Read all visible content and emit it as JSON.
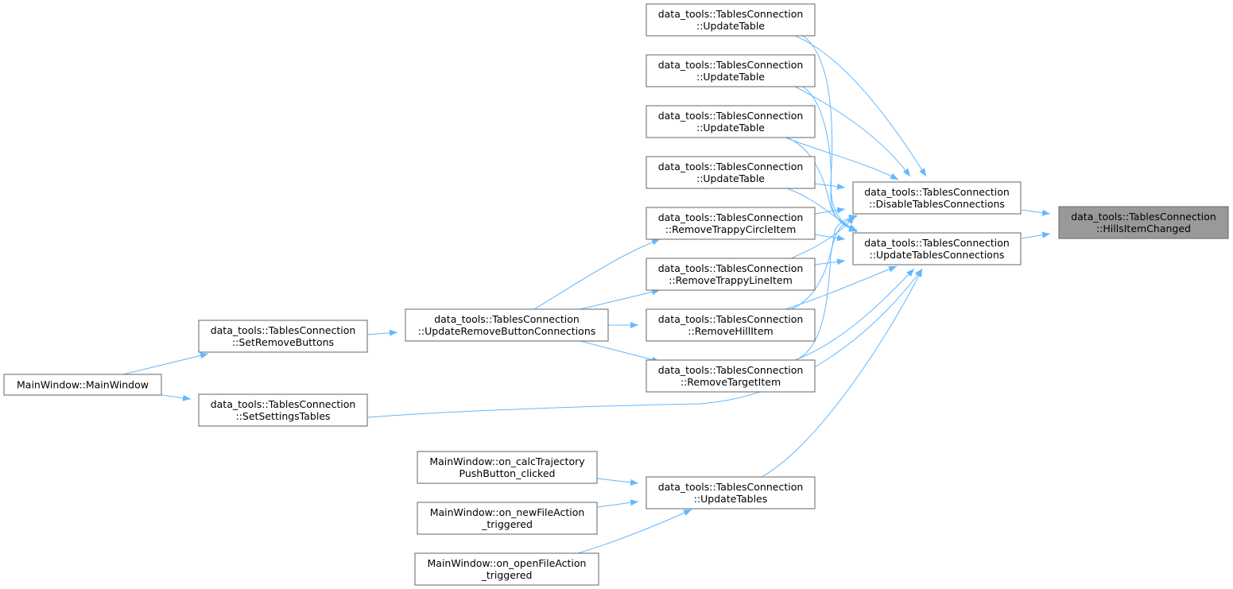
{
  "nodes": {
    "hills_item_changed": [
      "data_tools::TablesConnection",
      "::HillsItemChanged"
    ],
    "disable_tables_connections": [
      "data_tools::TablesConnection",
      "::DisableTablesConnections"
    ],
    "update_tables_connections": [
      "data_tools::TablesConnection",
      "::UpdateTablesConnections"
    ],
    "update_table_1": [
      "data_tools::TablesConnection",
      "::UpdateTable"
    ],
    "update_table_2": [
      "data_tools::TablesConnection",
      "::UpdateTable"
    ],
    "update_table_3": [
      "data_tools::TablesConnection",
      "::UpdateTable"
    ],
    "update_table_4": [
      "data_tools::TablesConnection",
      "::UpdateTable"
    ],
    "remove_trappy_circle_item": [
      "data_tools::TablesConnection",
      "::RemoveTrappyCircleItem"
    ],
    "remove_trappy_line_item": [
      "data_tools::TablesConnection",
      "::RemoveTrappyLineItem"
    ],
    "remove_hill_item": [
      "data_tools::TablesConnection",
      "::RemoveHillItem"
    ],
    "remove_target_item": [
      "data_tools::TablesConnection",
      "::RemoveTargetItem"
    ],
    "update_remove_button_connections": [
      "data_tools::TablesConnection",
      "::UpdateRemoveButtonConnections"
    ],
    "set_remove_buttons": [
      "data_tools::TablesConnection",
      "::SetRemoveButtons"
    ],
    "main_window_ctor": [
      "MainWindow::MainWindow"
    ],
    "set_settings_tables": [
      "data_tools::TablesConnection",
      "::SetSettingsTables"
    ],
    "update_tables": [
      "data_tools::TablesConnection",
      "::UpdateTables"
    ],
    "on_calc_trajectory": [
      "MainWindow::on_calcTrajectory",
      "PushButton_clicked"
    ],
    "on_new_file_action": [
      "MainWindow::on_newFileAction",
      "_triggered"
    ],
    "on_open_file_action": [
      "MainWindow::on_openFileAction",
      "_triggered"
    ]
  },
  "current_node": "hills_item_changed",
  "edge_color": "#63b8ff",
  "edges": [
    [
      "disable_tables_connections",
      "hills_item_changed"
    ],
    [
      "update_tables_connections",
      "hills_item_changed"
    ],
    [
      "update_table_1",
      "disable_tables_connections"
    ],
    [
      "update_table_2",
      "disable_tables_connections"
    ],
    [
      "update_table_3",
      "disable_tables_connections"
    ],
    [
      "update_table_4",
      "disable_tables_connections"
    ],
    [
      "remove_trappy_circle_item",
      "disable_tables_connections"
    ],
    [
      "remove_trappy_line_item",
      "disable_tables_connections"
    ],
    [
      "remove_hill_item",
      "disable_tables_connections"
    ],
    [
      "remove_target_item",
      "disable_tables_connections"
    ],
    [
      "update_table_1",
      "update_tables_connections"
    ],
    [
      "update_table_2",
      "update_tables_connections"
    ],
    [
      "update_table_3",
      "update_tables_connections"
    ],
    [
      "update_table_4",
      "update_tables_connections"
    ],
    [
      "remove_trappy_circle_item",
      "update_tables_connections"
    ],
    [
      "remove_trappy_line_item",
      "update_tables_connections"
    ],
    [
      "remove_hill_item",
      "update_tables_connections"
    ],
    [
      "remove_target_item",
      "update_tables_connections"
    ],
    [
      "set_settings_tables",
      "update_tables_connections"
    ],
    [
      "update_tables",
      "update_tables_connections"
    ],
    [
      "update_remove_button_connections",
      "remove_trappy_circle_item"
    ],
    [
      "update_remove_button_connections",
      "remove_trappy_line_item"
    ],
    [
      "update_remove_button_connections",
      "remove_hill_item"
    ],
    [
      "update_remove_button_connections",
      "remove_target_item"
    ],
    [
      "set_remove_buttons",
      "update_remove_button_connections"
    ],
    [
      "main_window_ctor",
      "set_remove_buttons"
    ],
    [
      "main_window_ctor",
      "set_settings_tables"
    ],
    [
      "on_calc_trajectory",
      "update_tables"
    ],
    [
      "on_new_file_action",
      "update_tables"
    ],
    [
      "on_open_file_action",
      "update_tables"
    ]
  ]
}
